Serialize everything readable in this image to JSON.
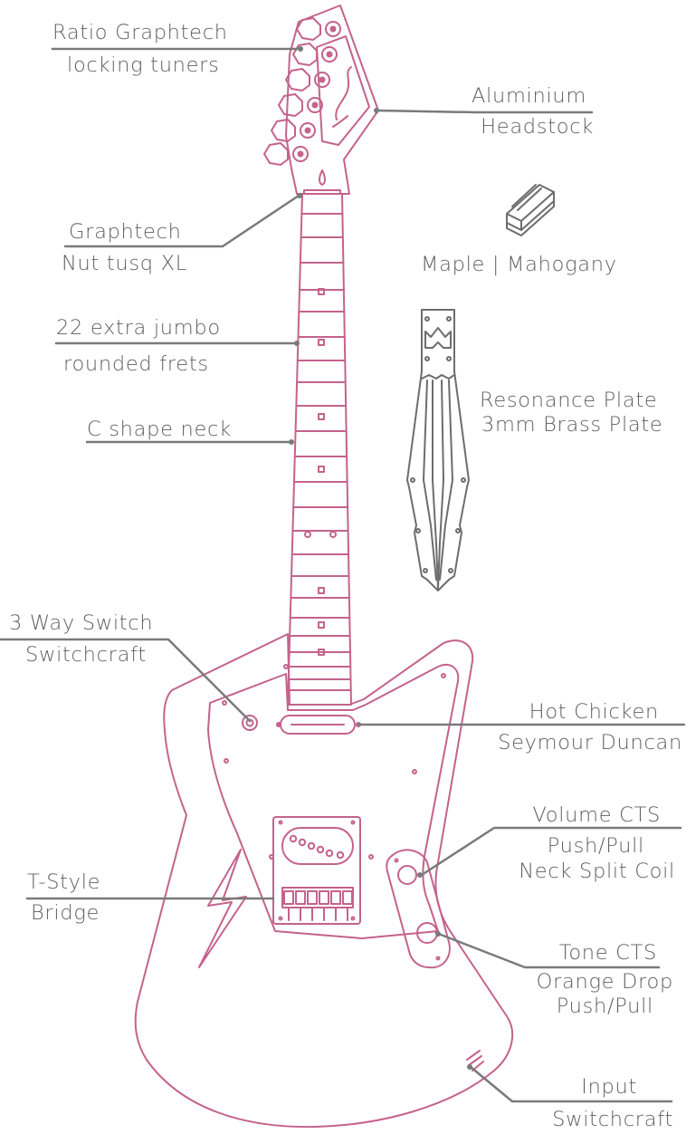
{
  "labels": {
    "tuners": {
      "line1": "Ratio Graphtech",
      "line2": "locking tuners"
    },
    "headstock": {
      "line1": "Aluminium",
      "line2": "Headstock"
    },
    "nut": {
      "line1": "Graphtech",
      "line2": "Nut tusq XL"
    },
    "wood": {
      "line1": "Maple | Mahogany"
    },
    "frets": {
      "line1": "22 extra jumbo",
      "line2": "rounded frets"
    },
    "plate": {
      "line1": "Resonance Plate",
      "line2": "3mm Brass Plate"
    },
    "neck": {
      "line1": "C shape neck"
    },
    "switch": {
      "line1": "3 Way Switch",
      "line2": "Switchcraft"
    },
    "pickup": {
      "line1": "Hot Chicken",
      "line2": "Seymour Duncan"
    },
    "volume": {
      "line1": "Volume CTS",
      "line2": "Push/Pull",
      "line3": "Neck Split Coil"
    },
    "bridge": {
      "line1": "T-Style",
      "line2": "Bridge"
    },
    "tone": {
      "line1": "Tone CTS",
      "line2": "Orange Drop",
      "line3": "Push/Pull"
    },
    "input": {
      "line1": "Input",
      "line2": "Switchcraft"
    }
  },
  "colors": {
    "guitar_outline": "#c4638c",
    "leader_line": "#7a7a7a",
    "text": "#606060",
    "plate_outline": "#6d6d6d"
  },
  "icons": {
    "wood": "wood-blocks-icon",
    "plate": "resonance-plate-icon",
    "logo": "headstock-logo-icon"
  }
}
